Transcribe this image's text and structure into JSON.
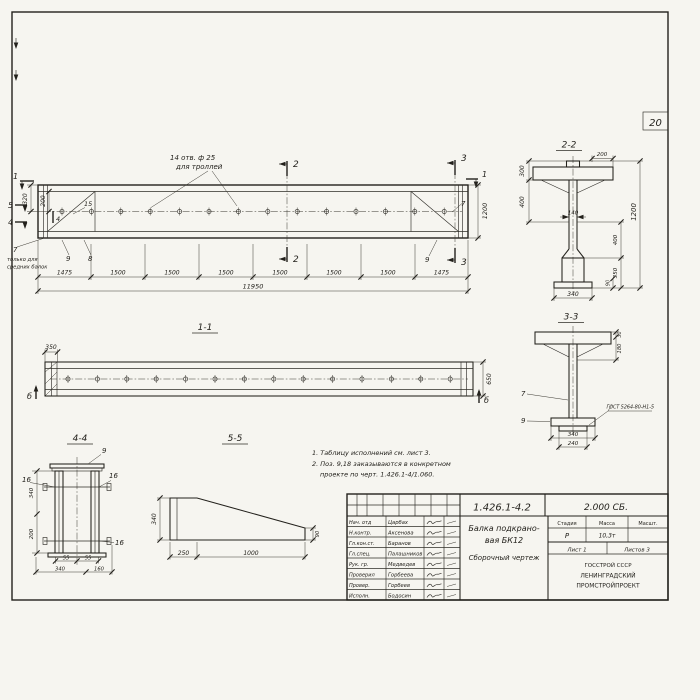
{
  "sheet": {
    "page_number": "20"
  },
  "main_view": {
    "hole_note_line1": "14 отв. ф 25",
    "hole_note_line2": "для троллей",
    "sec1": "1",
    "sec2": "2",
    "sec3": "3",
    "sec4": "4",
    "sec5": "5",
    "dim_320": "320",
    "dim_200": "200",
    "dim_15": "15",
    "dim_1200": "1200",
    "pos_7": "7",
    "pos_8": "8",
    "pos_9_left": "9",
    "pos_9_right": "9",
    "note_pos7": "7",
    "note_line1": "только для",
    "note_line2": "средних балок",
    "chain": [
      "1475",
      "1500",
      "1500",
      "1500",
      "1500",
      "1500",
      "1500",
      "1475"
    ],
    "total": "11950"
  },
  "section_2_2": {
    "title": "2-2",
    "dim_300": "300",
    "dim_200": "200",
    "dim_400_left": "400",
    "dim_140": "140",
    "dim_1200": "1200",
    "dim_400_right": "400",
    "dim_350": "350",
    "dim_90": "90",
    "dim_340": "340"
  },
  "section_3_3": {
    "title": "3-3",
    "dim_30": "30",
    "dim_180": "180",
    "pos_7": "7",
    "pos_9": "9",
    "weld_note": "ГОСТ 5264-80-Н1-5",
    "dim_340": "340",
    "dim_240": "240"
  },
  "section_1_1": {
    "title": "1-1",
    "dim_350": "350",
    "dim_650": "650",
    "marker_left": "б",
    "marker_right": "б"
  },
  "section_4_4": {
    "title": "4-4",
    "pos_9": "9",
    "pos_16_left": "16",
    "pos_16_right": "16",
    "pos_16_bottom": "16",
    "dim_340_left": "340",
    "dim_200": "200",
    "dim_55_a": "55",
    "dim_55_b": "55",
    "dim_340_bottom": "340",
    "dim_160": "160"
  },
  "section_5_5": {
    "title": "5-5",
    "dim_340": "340",
    "dim_90": "90",
    "dim_250": "250",
    "dim_1000": "1000"
  },
  "notes": {
    "line1": "1. Таблицу исполнений см. лист 3.",
    "line2": "2. Поз. 9,18 заказываются в конкретном",
    "line3": "проекте по черт. 1.426.1-4/1.060."
  },
  "title_block": {
    "doc_number": "1.426.1-4.2",
    "doc_code": "2.000 СБ.",
    "rows": [
      {
        "label": "Нач. отд",
        "name": "Царбах"
      },
      {
        "label": "Н.контр.",
        "name": "Аксенова"
      },
      {
        "label": "Гл.кон.ст.",
        "name": "Баранов"
      },
      {
        "label": "Гл.спец.",
        "name": "Палашников"
      },
      {
        "label": "Рук. гр.",
        "name": "Медведев"
      },
      {
        "label": "Проверил",
        "name": "Горбеева"
      },
      {
        "label": "Провер.",
        "name": "Горбеев"
      },
      {
        "label": "Исполн.",
        "name": "Бодосин"
      }
    ],
    "title_line1": "Балка подкрано-",
    "title_line2": "вая БК12",
    "title_line3": "Сборочный чертеж",
    "stage_header": "Стадия",
    "mass_header": "Масса",
    "scale_header": "Масшт.",
    "stage_value": "Р",
    "mass_value": "10,3т",
    "sheet_label": "Лист 1",
    "sheets_label": "Листов 3",
    "org_line1": "ГОССТРОЙ СССР",
    "org_line2": "ЛЕНИНГРАДСКИЙ",
    "org_line3": "ПРОМСТРОЙПРОЕКТ"
  }
}
